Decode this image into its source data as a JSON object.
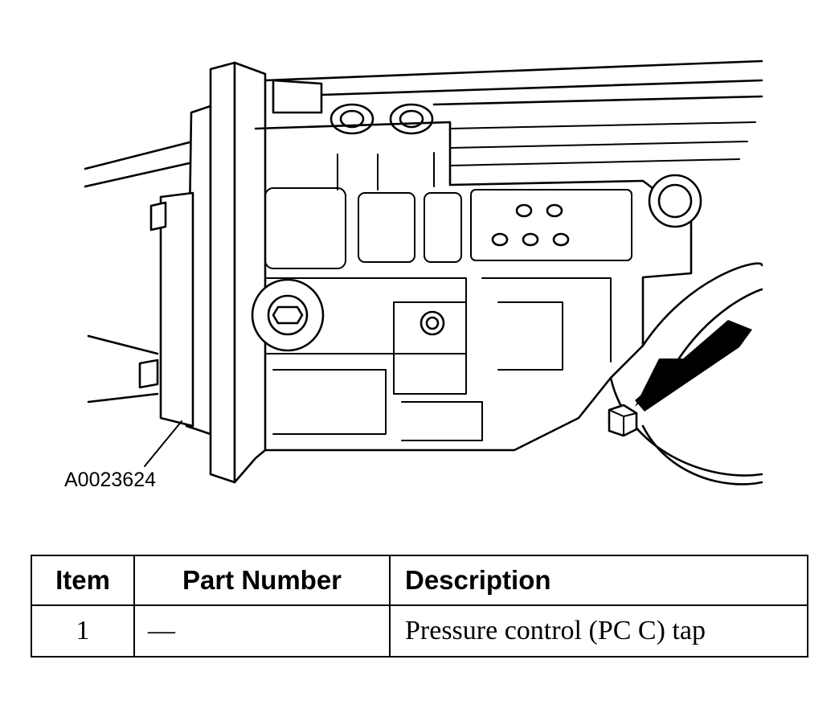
{
  "figure": {
    "id_label": "A0023624",
    "callout_icon": "arrow-callout-icon"
  },
  "legend": {
    "headers": [
      "Item",
      "Part Number",
      "Description"
    ],
    "rows": [
      {
        "item": "1",
        "part_number": "—",
        "description": "Pressure control (PC C) tap"
      }
    ]
  }
}
